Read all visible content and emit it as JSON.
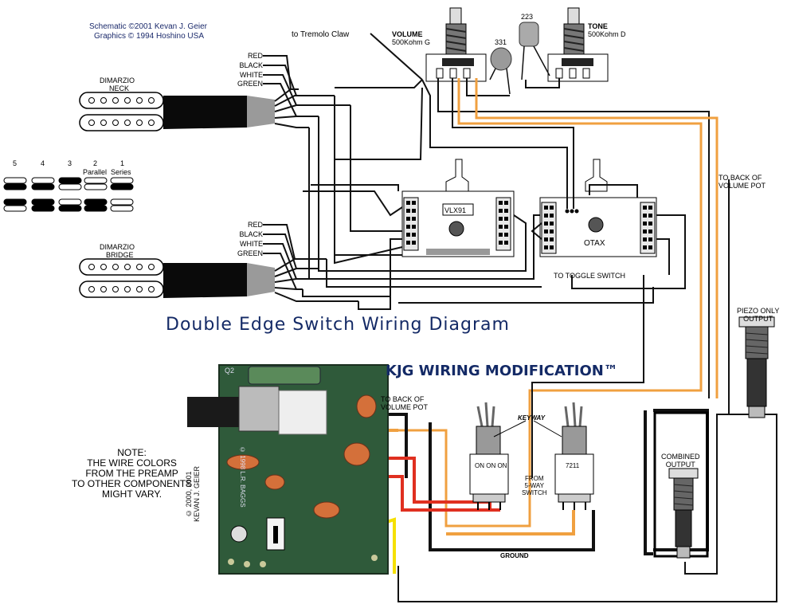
{
  "credits": {
    "line1": "Schematic ©2001 Kevan J. Geier",
    "line2": "Graphics © 1994 Hoshino USA"
  },
  "titles": {
    "main": "Double Edge Switch Wiring Diagram",
    "modification": "KJG WIRING MODIFICATION™"
  },
  "pickups": {
    "neck": {
      "brand": "DIMARZIO",
      "name": "NECK"
    },
    "bridge": {
      "brand": "DIMARZIO",
      "name": "BRIDGE"
    },
    "wires": [
      "RED",
      "BLACK",
      "WHITE",
      "GREEN"
    ]
  },
  "positions": {
    "numbers": [
      "5",
      "4",
      "3",
      "2",
      "1"
    ],
    "parallel": "Parallel",
    "series": "Series"
  },
  "pots": {
    "volume": {
      "label": "VOLUME",
      "value": "500Kohm G"
    },
    "tone": {
      "label": "TONE",
      "value": "500Kohm D"
    },
    "cap1": "331",
    "cap2": "223"
  },
  "labels": {
    "tremolo": "to Tremolo Claw",
    "back_pot_right": "TO BACK OF\nVOLUME POT",
    "back_pot_board": "TO BACK OF\nVOLUME POT",
    "switch1": "VLX91",
    "switch2": "OTAX",
    "toggle": "TO TOGGLE SWITCH",
    "piezo": "PIEZO ONLY\nOUTPUT",
    "combined": "COMBINED\nOUTPUT",
    "keyway": "KEYWAY",
    "five_way": "FROM\n5-WAY\nSWITCH",
    "toggle_left": "ON ON ON",
    "toggle_right": "7211",
    "ground": "GROUND"
  },
  "board": {
    "id_q2": "Q2",
    "vertical_text": "© 1998 L.R. BAGGS",
    "copyright": "© 2000, 2001\nKEVAN J. GEIER"
  },
  "note": "NOTE:\nTHE WIRE COLORS\nFROM THE PREAMP\nTO OTHER COMPONENTS\nMIGHT VARY.",
  "colors": {
    "wire_black": "#111111",
    "wire_orange": "#f0a040",
    "wire_red": "#e03020",
    "wire_yellow": "#f5e000",
    "board_green": "#2f5a3a",
    "title_blue": "#142a66"
  }
}
